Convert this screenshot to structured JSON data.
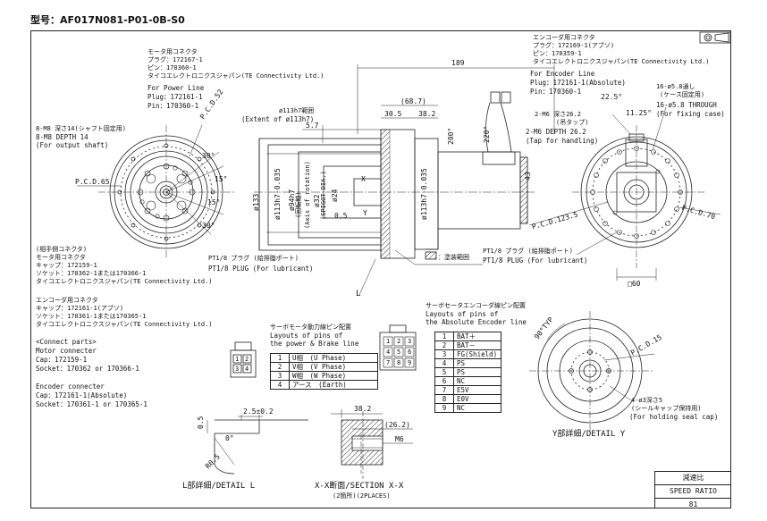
{
  "model": "型号：AF017N081-P01-0B-S0",
  "power": {
    "jp_title": "モータ用コネクタ",
    "plug": "プラグ：172167-1",
    "pin": "ピン：170360-1",
    "maker": "タイコエレクトロニクスジャパン(TE Connectivity Ltd.)",
    "en_title": "For Power Line",
    "en_plug": "Plug：172161-1",
    "en_pin": "Pin：170360-1"
  },
  "encoder_top": {
    "jp_title": "エンコーダ用コネクタ",
    "plug": "プラグ：172169-1(アブソ)",
    "pin": "ピン：170359-1",
    "maker": "タイコエレクトロニクスジャパン(TE Connectivity Ltd.)",
    "en_title": "For Encoder Line",
    "en_plug": "Plug：172161-1(Absolute)",
    "en_pin": "Pin：170360-1"
  },
  "left_view": {
    "holes_jp": "8-M8 深さ14(シャフト固定用)",
    "holes_en": "8-M8 DEPTH 14",
    "holes_for": "(For output shaft)",
    "pcd52": "P.C.D.52",
    "pcd65": "P.C.D.65",
    "a30a": "30°",
    "a15a": "15°",
    "a15b": "15°",
    "a30b": "30°"
  },
  "side_view": {
    "d189": "189",
    "d68_7": "(68.7)",
    "d30_5": "30.5",
    "d38_2": "38.2",
    "d5_7": "5.7",
    "d0_5": "0.5",
    "d113h7_jp": "ø113h7範囲",
    "d113h7_en": "(Extent of ø113h7)",
    "d133": "ø133",
    "d113h7": "ø113h7-0.035",
    "d94": "ø94h7",
    "d32": "ø32",
    "d24": "ø24",
    "axis_jp": "(回転軸)",
    "axis_en": "(Axis of rotation)",
    "spigot": "(SPIGOT DIA.)",
    "d113h7b": "ø113h7-0.035",
    "d43": "43",
    "a200": "200°",
    "a220": "220°",
    "x_mark": "X",
    "y_mark": "Y",
    "pt_jp": "PT1/8 プラグ (給排脂ポート)",
    "pt_en": "PT1/8 PLUG (For lubricant)",
    "l_mark": "L",
    "hatch_note": "：塗装範囲"
  },
  "right_view": {
    "case_jp1": "16-ø5.8通し",
    "case_jp2": "(ケース固定用)",
    "case_en1": "16-ø5.8 THROUGH",
    "case_en2": "(For fixing case)",
    "a22_5": "22.5°",
    "a11_25": "11.25°",
    "m6_jp": "2-M6 深さ26.2",
    "m6_jp2": "(吊タップ)",
    "m6_en": "2-M6 DEPTH 26.2",
    "m6_for": "(Tap for handling)",
    "pcd123_5": "P.C.D.123.5",
    "pcd70": "P.C.D.70",
    "sq60": "□60",
    "pt_jp": "PT1/8 プラグ (給排脂ポート)",
    "pt_en": "PT1/8 PLUG (For lubricant)"
  },
  "counterpart": {
    "title": "(相手側コネクタ)",
    "motor_title": "モータ用コネクタ",
    "cap": "キャップ：172159-1",
    "socket": "ソケット：170362-1または170366-1",
    "maker": "タイコエレクトロニクスジャパン(TE Connectivity Ltd.)",
    "enc_title": "エンコーダ用コネクタ",
    "enc_cap": "キャップ：172161-1(アブソ)",
    "enc_socket": "ソケット：170361-1または170365-1",
    "enc_maker": "タイコエレクトロニクスジャパン(TE Connectivity Ltd.)",
    "parts": "<Connect parts>",
    "motor_en": "Motor connecter",
    "motor_cap": "Cap：172159-1",
    "motor_socket": "Socket：170362 or 170366-1",
    "enc_en": "Encoder connecter",
    "enc_cap_en": "Cap：172161-1(Absolute)",
    "enc_socket_en": "Socket：170361-1 or 170365-1"
  },
  "power_pins": {
    "jp_title": "サーボモータ動力線ピン配置",
    "en_title1": "Layouts of pins of",
    "en_title2": "the power & Brake line",
    "rows": [
      [
        "1",
        "U相　(U Phase)"
      ],
      [
        "2",
        "V相　(V Phase)"
      ],
      [
        "3",
        "W相　(W Phase)"
      ],
      [
        "4",
        "アース　(Earth)"
      ]
    ],
    "plug_pins": [
      "1",
      "2",
      "3",
      "4"
    ]
  },
  "encoder_pins": {
    "jp_title": "サーボセータエンコーダ線ピン配置",
    "en_title1": "Layouts of pins of",
    "en_title2": "the Absolute Encoder line",
    "rows": [
      [
        "1",
        "BAT＋"
      ],
      [
        "2",
        "BAT－"
      ],
      [
        "3",
        "FG(Shield)"
      ],
      [
        "4",
        "PS"
      ],
      [
        "5",
        "PS"
      ],
      [
        "6",
        "NC"
      ],
      [
        "7",
        "E5V"
      ],
      [
        "8",
        "E0V"
      ],
      [
        "9",
        "NC"
      ]
    ],
    "plug_pins": [
      "1",
      "2",
      "3",
      "4",
      "5",
      "6",
      "7",
      "8",
      "9"
    ]
  },
  "detail_l": {
    "label": "L部詳細/DETAIL L",
    "d2_5": "2.5±0.2",
    "d0_5": "0.5",
    "r0_5": "R0.5",
    "a0": "0°"
  },
  "section_x": {
    "label": "X-X断面/SECTION X-X",
    "places": "(2箇所)(2PLACES)",
    "d38_2": "38.2",
    "d26_2": "(26.2)",
    "m6": "M6"
  },
  "detail_y": {
    "label": "Y部詳細/DETAIL Y",
    "a90": "90°TYP",
    "pcd15": "P.C.D.15",
    "holes_jp": "4-ø3深さ5",
    "holes_jp2": "(シールキャップ保持用)",
    "holes_en": "(For holding seal cap)"
  },
  "speed_ratio": {
    "jp": "減速比",
    "en": "SPEED RATIO",
    "value": "81"
  }
}
